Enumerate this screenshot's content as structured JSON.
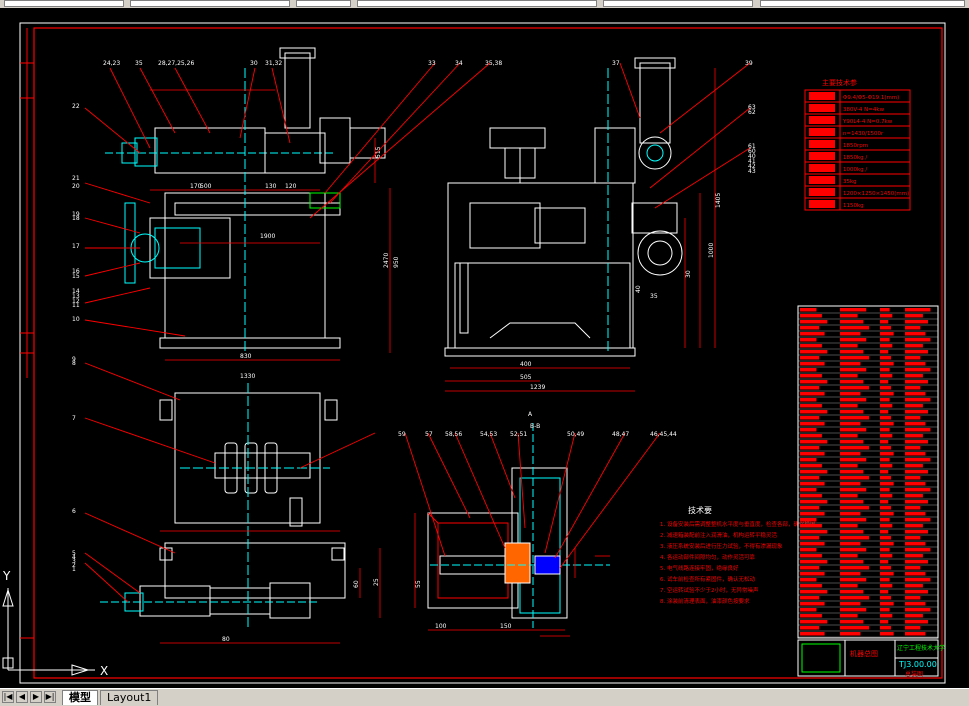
{
  "ui": {
    "tabs": [
      {
        "label": "模型",
        "active": true
      },
      {
        "label": "Layout1",
        "active": false
      }
    ],
    "nav_buttons": [
      "|◀",
      "◀",
      "▶",
      "▶|"
    ],
    "ucs": {
      "x_label": "X",
      "y_label": "Y"
    }
  },
  "drawing": {
    "tech_table_title": "主要技术参",
    "tech_table_values": [
      "Φ9.4/Φ5-Φ19.1(mm)",
      "380V-4  N=4kw",
      "Y90L4-4  N=0.7kw",
      "n=1430/1500r",
      "1850rpm",
      "1850kg /",
      "1000kg /",
      "35kg",
      "1200×1250×1450(mm)",
      "1150kg"
    ],
    "notes_title": "技术要",
    "notes": [
      "1. 设备安装后需调整整机水平度与垂直度，检查各部，确保稳固",
      "2. 减速箱装配前注入润滑油，机构运转平稳灵活",
      "3. 液压系统安装后进行压力试验，不得有渗漏现象",
      "4. 各运动部件间隙均匀，动作灵活可靠",
      "5. 电气线路连接牢固，绝缘良好",
      "6. 试车前检查所有紧固件，确认无松动",
      "7. 空运转试验不少于2小时，无异常噪声",
      "8. 涂装前清理表面，油漆颜色按要求"
    ],
    "title_block": {
      "school": "辽宁工程技术大学",
      "drawing_no": "TJ3.00.00",
      "name": "总装图",
      "label": "机器总图"
    },
    "part_labels": [
      "24,23",
      "35",
      "28,27,25,26",
      "30",
      "31,32",
      "33",
      "34",
      "35,38",
      "37",
      "39",
      "22",
      "21",
      "20",
      "19",
      "18",
      "17",
      "16",
      "15",
      "14",
      "13",
      "12",
      "11",
      "10",
      "9",
      "8",
      "7",
      "6",
      "5",
      "4",
      "3",
      "2",
      "1",
      "59",
      "57",
      "58,56",
      "54,53",
      "52,51",
      "50,49",
      "48,47",
      "46,45,44",
      "63",
      "62",
      "61",
      "60",
      "40",
      "41",
      "42",
      "43",
      "A",
      "B-B"
    ],
    "dimensions": [
      "830",
      "1330",
      "400",
      "505",
      "1239",
      "950",
      "1000",
      "1405",
      "2470",
      "1900",
      "500",
      "515",
      "170",
      "130",
      "120",
      "100",
      "150",
      "40",
      "30",
      "35",
      "80",
      "60",
      "25",
      "55"
    ]
  },
  "colors": {
    "border": "#ff0000",
    "cyan": "#00ffff",
    "white": "#ffffff",
    "green": "#00ff00",
    "magenta": "#ff00ff",
    "yellow": "#ffff00",
    "ui_gray": "#d4d0c8"
  }
}
